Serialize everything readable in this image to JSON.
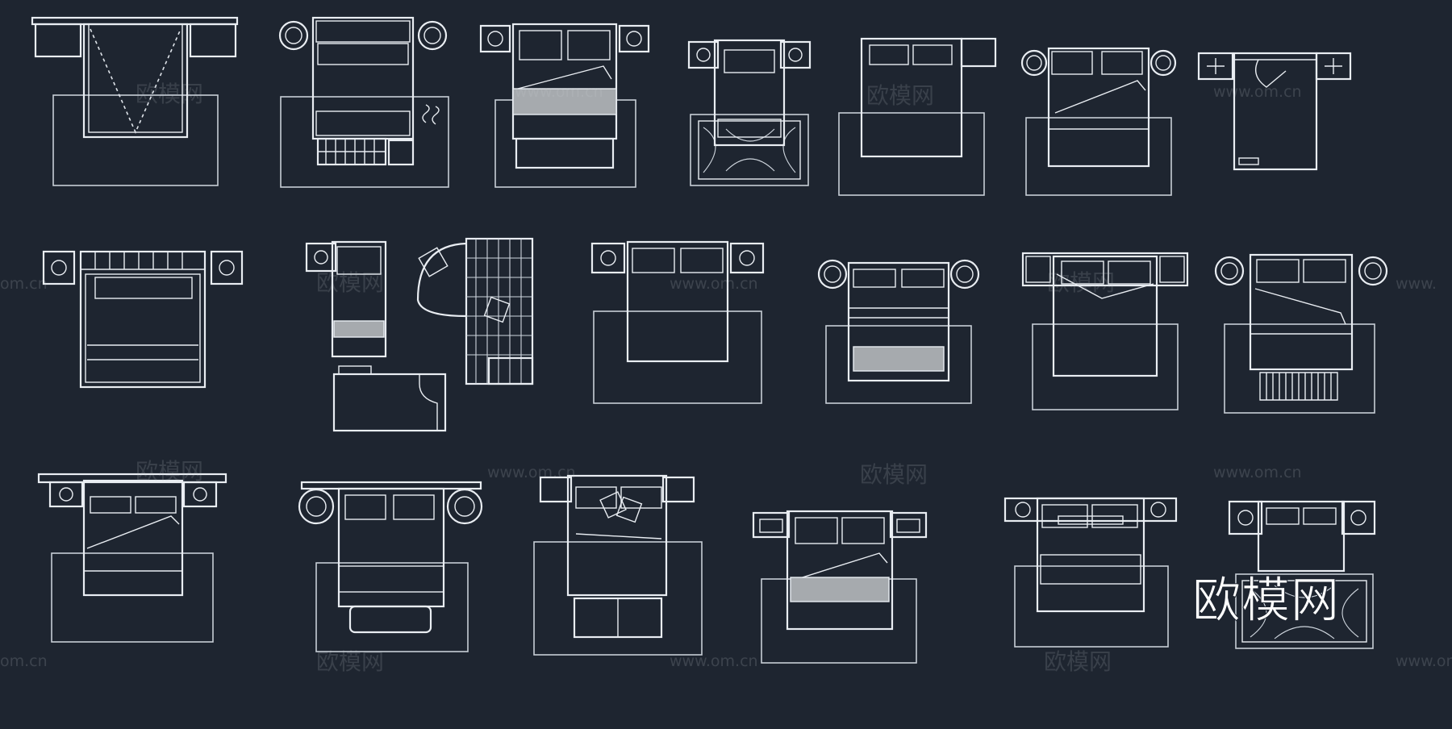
{
  "background_color": "#1e2530",
  "line_color": "#e9edf2",
  "logo": {
    "text": "欧模网",
    "color": "#ffffff"
  },
  "watermarks": {
    "cn_text": "欧模网",
    "url_text": "www.om.cn",
    "url_partial_left": "om.cn",
    "url_partial_right": "www.",
    "url_partial_right_long": "www.om"
  },
  "bed_symbols": [
    {
      "row": 1,
      "index": 1,
      "features": [
        "side-tables",
        "dashed-v-sheet",
        "rug"
      ]
    },
    {
      "row": 1,
      "index": 2,
      "features": [
        "round-lamps",
        "pillows",
        "bench",
        "rug",
        "slippers"
      ]
    },
    {
      "row": 1,
      "index": 3,
      "features": [
        "nightstands",
        "pillows",
        "folded-sheet",
        "grey-throw",
        "bench",
        "rug"
      ]
    },
    {
      "row": 1,
      "index": 4,
      "features": [
        "nightstands",
        "pillow",
        "ornate-rug"
      ]
    },
    {
      "row": 1,
      "index": 5,
      "features": [
        "side-table",
        "pillows",
        "rug"
      ]
    },
    {
      "row": 1,
      "index": 6,
      "features": [
        "round-lamps",
        "pillows",
        "folded-sheet",
        "rug"
      ]
    },
    {
      "row": 1,
      "index": 7,
      "features": [
        "nightstands",
        "folded-corner"
      ]
    },
    {
      "row": 2,
      "index": 1,
      "features": [
        "nightstands",
        "tufted-frame",
        "pillow"
      ]
    },
    {
      "row": 2,
      "index": 2,
      "features": [
        "single-bed",
        "L-corner-bed",
        "sofa-bed"
      ]
    },
    {
      "row": 2,
      "index": 3,
      "features": [
        "nightstands",
        "pillows",
        "rug"
      ]
    },
    {
      "row": 2,
      "index": 4,
      "features": [
        "round-lamps",
        "pillows",
        "striped-throw",
        "rug"
      ]
    },
    {
      "row": 2,
      "index": 5,
      "features": [
        "nightstands",
        "pillows",
        "folded-sheet",
        "rug"
      ]
    },
    {
      "row": 2,
      "index": 6,
      "features": [
        "round-lamps",
        "pillows",
        "folded-sheet",
        "fringe-rug"
      ]
    },
    {
      "row": 3,
      "index": 1,
      "features": [
        "headboard",
        "nightstands",
        "pillows",
        "folded-sheet",
        "rug"
      ]
    },
    {
      "row": 3,
      "index": 2,
      "features": [
        "round-lamps",
        "pillows",
        "ottoman",
        "rug"
      ]
    },
    {
      "row": 3,
      "index": 3,
      "features": [
        "side-tables",
        "pillows",
        "cushions",
        "bench",
        "rug"
      ]
    },
    {
      "row": 3,
      "index": 4,
      "features": [
        "nightstands",
        "pillows",
        "grey-throw",
        "rug"
      ]
    },
    {
      "row": 3,
      "index": 5,
      "features": [
        "round-lamps",
        "pillows",
        "rug"
      ]
    },
    {
      "row": 3,
      "index": 6,
      "features": [
        "nightstands",
        "pillows",
        "ornate-rug"
      ]
    }
  ]
}
